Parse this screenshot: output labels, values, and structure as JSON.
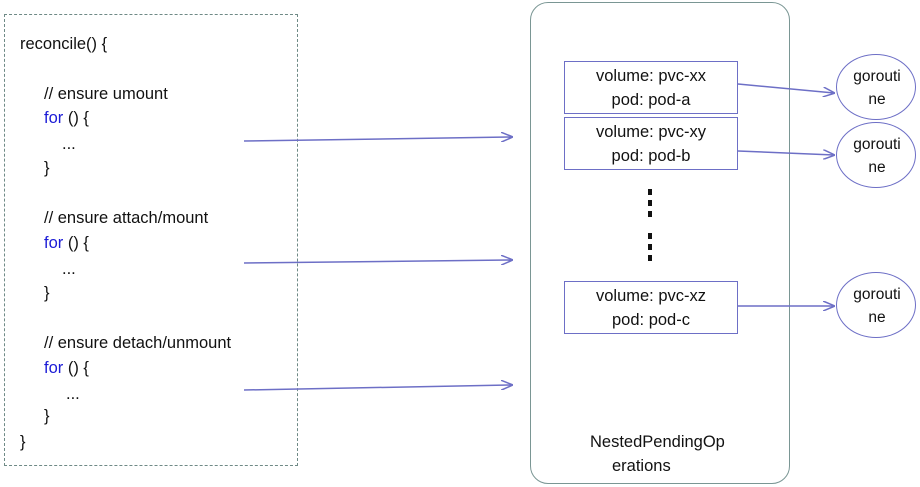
{
  "code": {
    "reconcile_open": "reconcile() {",
    "comment_umount": "// ensure umount",
    "comment_attach": "// ensure attach/mount",
    "comment_detach": "// ensure detach/unmount",
    "for_keyword": "for",
    "for_rest": " () {",
    "ellipsis": "...",
    "close_brace": "}"
  },
  "operations": {
    "title_part1": "NestedPendingOp",
    "title_part2": "erations",
    "items": [
      {
        "volume": "volume: pvc-xx",
        "pod": "pod: pod-a"
      },
      {
        "volume": "volume: pvc-xy",
        "pod": "pod: pod-b"
      },
      {
        "volume": "volume: pvc-xz",
        "pod": "pod: pod-c"
      }
    ]
  },
  "goroutine": {
    "line1": "gorouti",
    "line2": "ne"
  },
  "colors": {
    "arrow": "#6d6fc6",
    "keyword": "#1b1bd6",
    "box_border": "#6f8a86"
  }
}
